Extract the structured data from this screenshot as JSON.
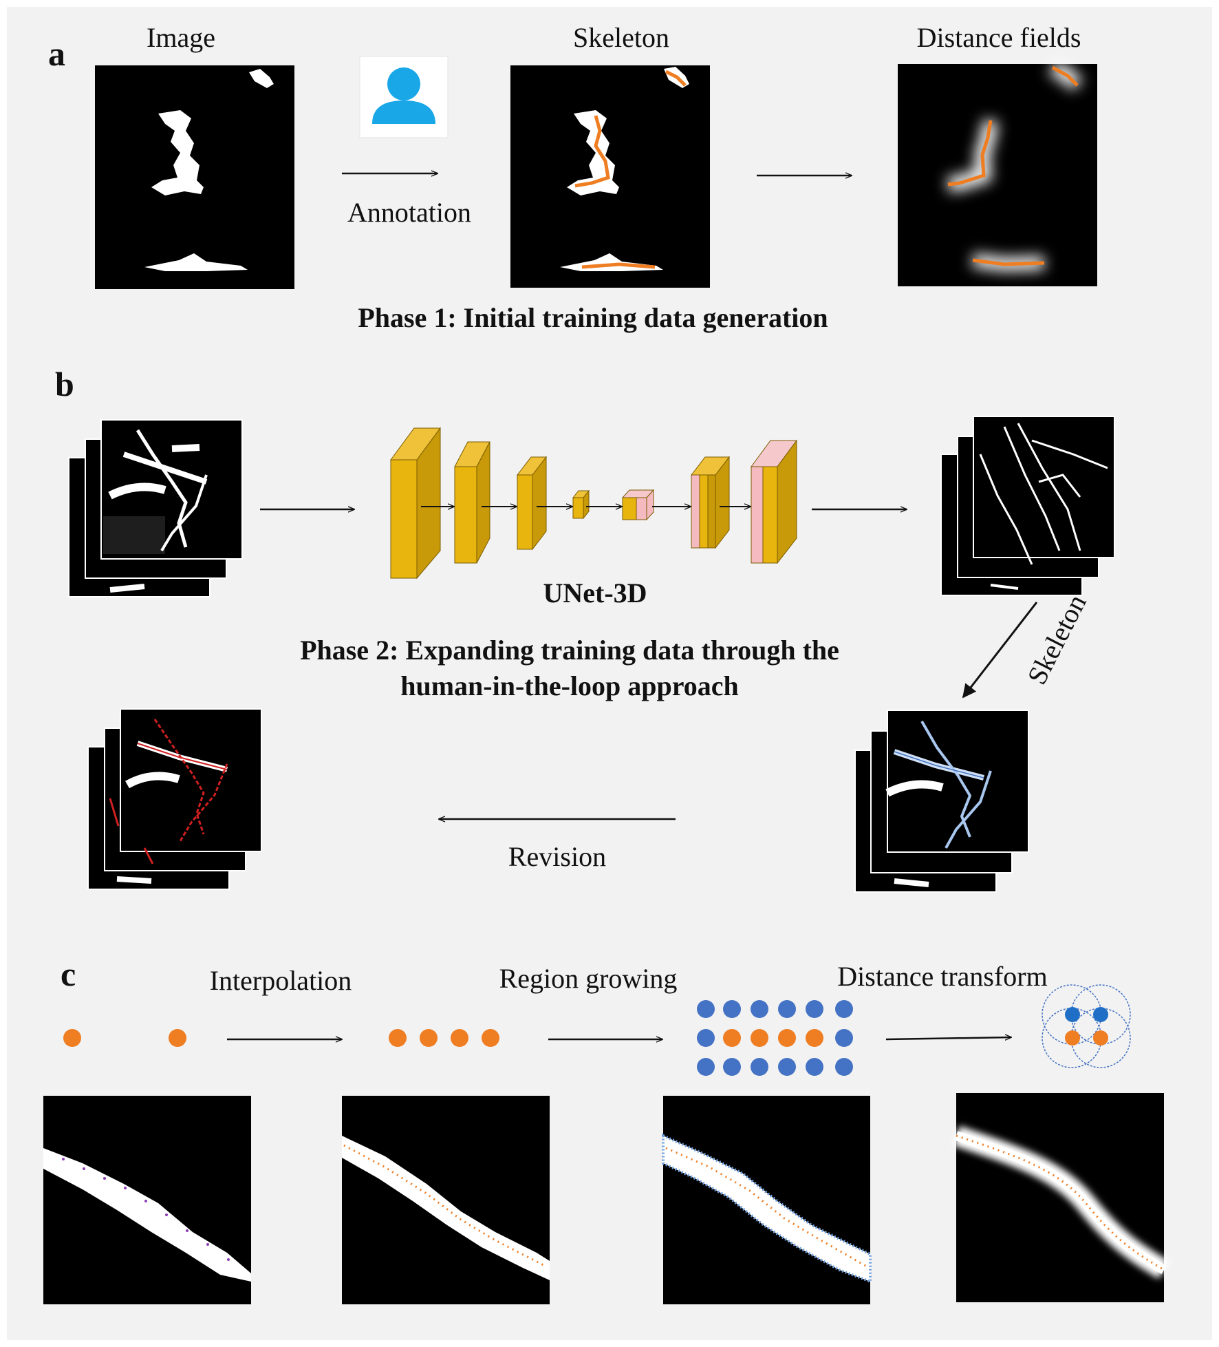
{
  "panels": {
    "a": {
      "letter": "a",
      "image_title": "Image",
      "skeleton_title": "Skeleton",
      "distance_title": "Distance fields",
      "annotation_label": "Annotation",
      "phase_caption": "Phase 1: Initial training data generation",
      "user_icon": "user-avatar-icon"
    },
    "b": {
      "letter": "b",
      "network_label": "UNet-3D",
      "phase_caption_line1": "Phase 2: Expanding training data through the",
      "phase_caption_line2": "human-in-the-loop approach",
      "skeleton_label": "Skeleton",
      "revision_label": "Revision"
    },
    "c": {
      "letter": "c",
      "interpolation_label": "Interpolation",
      "region_growing_label": "Region growing",
      "distance_transform_label": "Distance transform"
    }
  },
  "colors": {
    "background": "#f2f2f2",
    "unet_block": "#e8b50f",
    "unet_block_side": "#c89908",
    "unet_decoder": "#f5b9c0",
    "skeleton_orange": "#ef7d22",
    "region_blue": "#4472c4",
    "revision_red": "#d02020",
    "icon_blue": "#19a7e8"
  }
}
